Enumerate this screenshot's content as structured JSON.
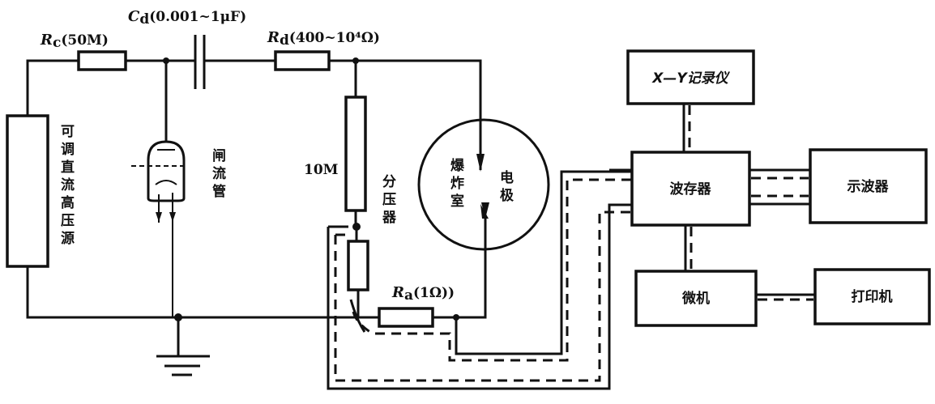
{
  "labels": {
    "rc": "R",
    "rc_sub": "c",
    "rc_val": "(50M)",
    "cd": "C",
    "cd_sub": "d",
    "cd_val": "(0.001~1μF)",
    "rd": "R",
    "rd_sub": "d",
    "rd_val": "(400~10⁴Ω)",
    "ra": "R",
    "ra_sub": "a",
    "ra_val": "(1Ω))",
    "divider_res": "10M",
    "hv_source": [
      "可",
      "调",
      "直",
      "流",
      "高",
      "压",
      "源"
    ],
    "thyratron": [
      "闸",
      "流",
      "管"
    ],
    "divider": [
      "分",
      "压",
      "器"
    ],
    "chamber": [
      "爆",
      "炸",
      "室"
    ],
    "electrode": [
      "电",
      "极"
    ]
  },
  "blocks": {
    "xy_recorder": "X—Y记录仪",
    "waveform_store": "波存器",
    "oscilloscope": "示波器",
    "microcomputer": "微机",
    "printer": "打印机"
  }
}
